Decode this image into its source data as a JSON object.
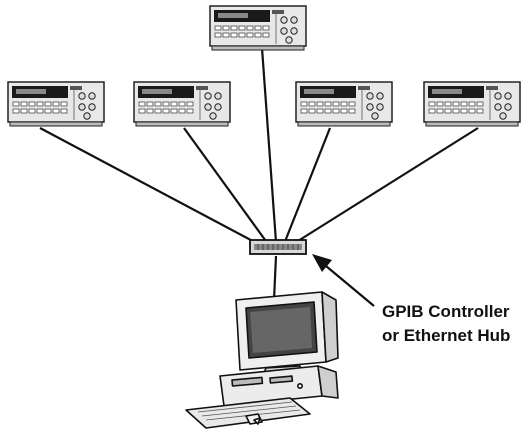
{
  "diagram": {
    "callout": {
      "line1": "GPIB Controller",
      "line2": "or Ethernet Hub"
    },
    "instruments": [
      {
        "name": "instrument-top"
      },
      {
        "name": "instrument-left-1"
      },
      {
        "name": "instrument-left-2"
      },
      {
        "name": "instrument-right-1"
      },
      {
        "name": "instrument-right-2"
      }
    ],
    "colors": {
      "line": "#111111",
      "body": "#e6e6e6",
      "display": "#1a1a1a",
      "hub": "#888888"
    }
  }
}
